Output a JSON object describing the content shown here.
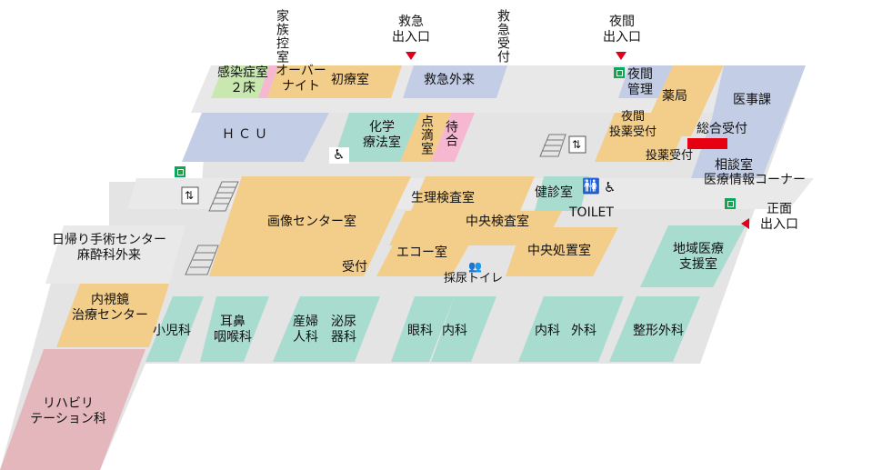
{
  "map": {
    "emergency_entrance": "救急\n出入口",
    "night_entrance": "夜間\n出入口",
    "main_entrance": "正面\n出入口",
    "family_waiting": "家族控室",
    "emergency_reception": "救急受付",
    "rooms": {
      "infection_room": "感染症室\n２床",
      "overnight": "オーバー\nナイト",
      "first_aid": "初療室",
      "er_outpatient": "救急外来",
      "night_admin": "夜間\n管理",
      "pharmacy": "薬局",
      "medical_affairs": "医事課",
      "hcu": "ＨＣＵ",
      "chemo": "化学\n療法室",
      "infusion": "点滴室",
      "waiting": "待合",
      "night_dispensing": "夜間\n投薬受付",
      "general_reception": "総合受付",
      "dispensing_reception": "投薬受付",
      "consultation": "相談室",
      "medinfo_corner": "医療情報コーナー",
      "checkup": "健診室",
      "toilet": "TOILET",
      "imaging": "画像センター室",
      "physio_lab": "生理検査室",
      "central_lab": "中央検査室",
      "echo": "エコー室",
      "central_treatment": "中央処置室",
      "reception": "受付",
      "urine_toilet": "採尿トイレ",
      "regional_support": "地域医療\n支援室",
      "day_surgery": "日帰り手術センター\n麻酔科外来",
      "endoscopy": "内視鏡\n治療センター",
      "pediatrics": "小児科",
      "ent": "耳鼻\n咽喉科",
      "obgyn": "産婦\n人科",
      "urology": "泌尿\n器科",
      "ophthalmology": "眼科",
      "internal1": "内科",
      "internal2": "内科",
      "surgery": "外科",
      "orthopedics": "整形外科",
      "rehab": "リハビリ\nテーション科"
    },
    "colors": {
      "orange": "#f3cd8a",
      "blue": "#c3cde6",
      "teal": "#a8dccf",
      "green": "#c8e8b0",
      "pink": "#f5b8d0",
      "rehab": "#e3b7bb",
      "floor": "#e4e4e4",
      "reception_red": "#e60012",
      "arrow": "#e0001b"
    }
  }
}
